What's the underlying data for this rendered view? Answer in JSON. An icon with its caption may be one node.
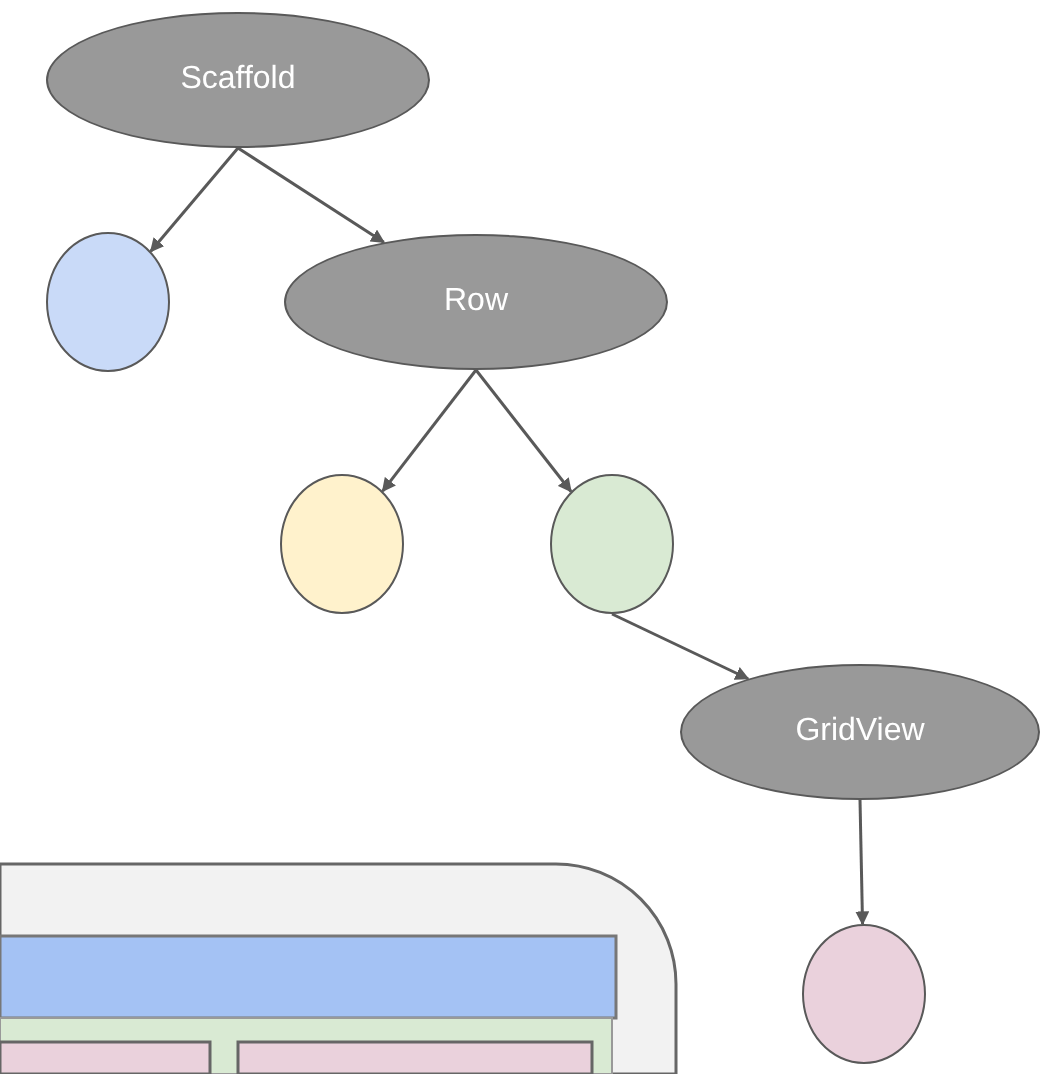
{
  "diagram": {
    "nodes": [
      {
        "text": [
          "Scaffold"
        ]
      },
      {
        "text": [],
        "shape": "circle"
      },
      {
        "text": [
          "Row"
        ]
      },
      {
        "text": [],
        "shape": "circle"
      },
      {
        "text": [],
        "shape": "circle"
      },
      {
        "text": [
          "GridView"
        ]
      },
      {
        "text": [],
        "shape": "circle"
      }
    ],
    "edges": [
      {
        "from": 0,
        "to": 1,
        "arrow": "to"
      },
      {
        "from": 0,
        "to": 2,
        "arrow": "to"
      },
      {
        "from": 2,
        "to": 3,
        "arrow": "to"
      },
      {
        "from": 2,
        "to": 4,
        "arrow": "to"
      },
      {
        "from": 4,
        "to": 5,
        "arrow": "to"
      },
      {
        "from": 5,
        "to": 6,
        "arrow": "to"
      }
    ]
  }
}
